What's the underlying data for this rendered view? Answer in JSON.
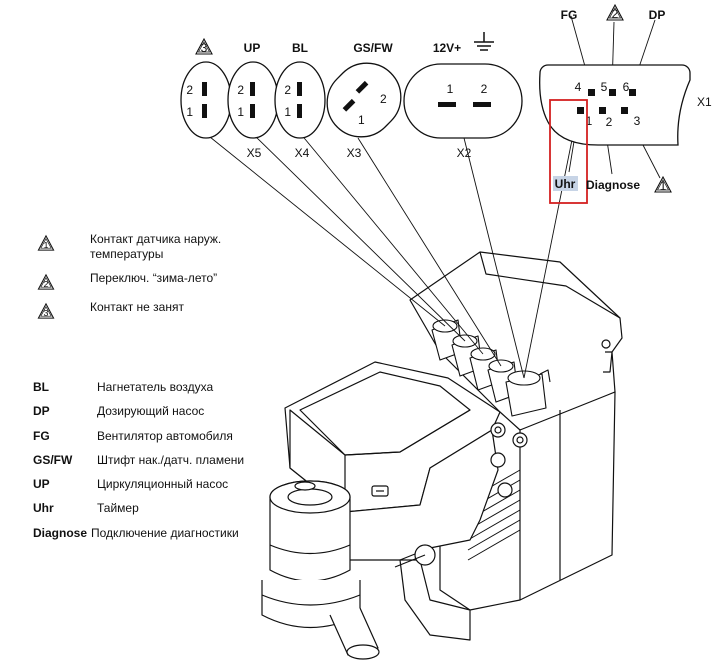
{
  "connectors": {
    "warn3_label": "3",
    "up": "UP",
    "bl": "BL",
    "gsfw": "GS/FW",
    "v12": "12V+",
    "fg": "FG",
    "warn2_label": "2",
    "dp": "DP",
    "x5": "X5",
    "x4": "X4",
    "x3": "X3",
    "x2": "X2",
    "x1": "X1",
    "uhr": "Uhr",
    "diagnose": "Diagnose",
    "warn1_label": "1"
  },
  "pins": {
    "x6_2": "2",
    "x6_1": "1",
    "x5_2": "2",
    "x5_1": "1",
    "x4_2": "2",
    "x4_1": "1",
    "x3_2": "2",
    "x3_1": "1",
    "x2_1": "1",
    "x2_2": "2",
    "x1_4": "4",
    "x1_5": "5",
    "x1_6": "6",
    "x1_1": "1",
    "x1_2": "2",
    "x1_3": "3"
  },
  "warnings": [
    {
      "num": "1",
      "text": "Контакт датчика наруж. температуры"
    },
    {
      "num": "2",
      "text": "Переключ. “зима-лето”"
    },
    {
      "num": "3",
      "text": "Контакт не занят"
    }
  ],
  "abbreviations": [
    {
      "key": "BL",
      "text": "Нагнетатель воздуха"
    },
    {
      "key": "DP",
      "text": "Дозирующий насос"
    },
    {
      "key": "FG",
      "text": "Вентилятор автомобиля"
    },
    {
      "key": "GS/FW",
      "text": "Штифт нак./датч. пламени"
    },
    {
      "key": "UP",
      "text": "Циркуляционный насос"
    },
    {
      "key": "Uhr",
      "text": "Таймер"
    },
    {
      "key": "Diagnose",
      "text": "Подключение диагностики"
    }
  ],
  "colors": {
    "highlight_box": "#d42020",
    "uhr_highlight": "#c7d4e6",
    "line": "#111111"
  }
}
